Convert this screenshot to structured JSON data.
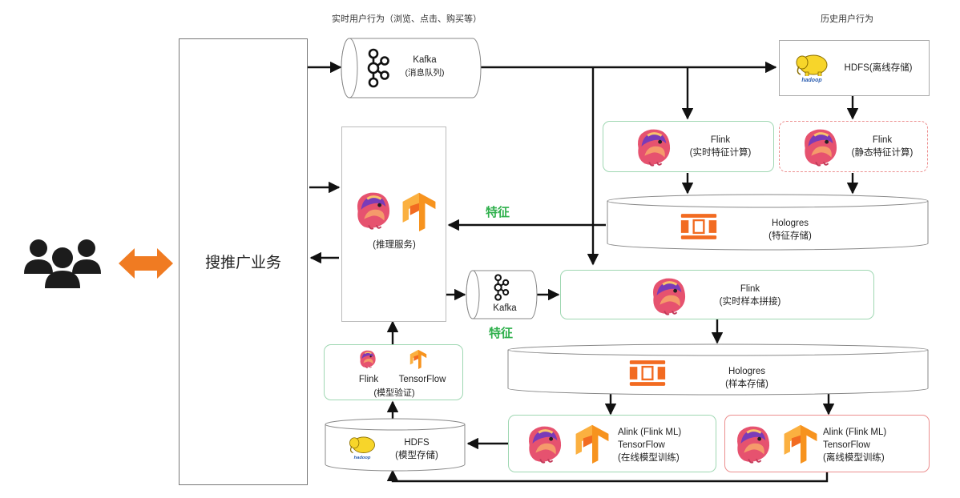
{
  "top_labels": {
    "realtime": "实时用户行为（浏览、点击、购买等）",
    "history": "历史用户行为"
  },
  "business": {
    "label": "搜推广业务"
  },
  "kafka_top": {
    "name": "Kafka",
    "desc": "(消息队列)"
  },
  "hdfs_top": {
    "name": "HDFS(离线存储)"
  },
  "flink_realtime_feature": {
    "name": "Flink",
    "desc": "(实时特征计算)"
  },
  "flink_static_feature": {
    "name": "Flink",
    "desc": "(静态特征计算)"
  },
  "hologres_feature": {
    "name": "Hologres",
    "desc": "(特征存储)"
  },
  "inference": {
    "desc": "(推理服务)"
  },
  "feature_label_1": "特征",
  "feature_label_2": "特征",
  "kafka_mid": {
    "name": "Kafka"
  },
  "flink_sample": {
    "name": "Flink",
    "desc": "(实时样本拼接)"
  },
  "model_validation": {
    "flink": "Flink",
    "tensorflow": "TensorFlow",
    "desc": "(模型验证)"
  },
  "hologres_sample": {
    "name": "Hologres",
    "desc": "(样本存储)"
  },
  "hdfs_model": {
    "name": "HDFS",
    "desc": "(模型存储)"
  },
  "online_training": {
    "line1": "Alink  (Flink ML)",
    "line2": "TensorFlow",
    "desc": "(在线模型训练)"
  },
  "offline_training": {
    "line1": "Alink  (Flink ML)",
    "line2": "TensorFlow",
    "desc": "(离线模型训练)"
  },
  "colors": {
    "green_text": "#2fb04c",
    "orange_arrow": "#f07b22",
    "tf_orange": "#f7931e",
    "hologres_orange": "#f26b21"
  },
  "icons": [
    "users-icon",
    "kafka-icon",
    "hadoop-icon",
    "flink-icon",
    "tensorflow-icon",
    "hologres-icon"
  ]
}
